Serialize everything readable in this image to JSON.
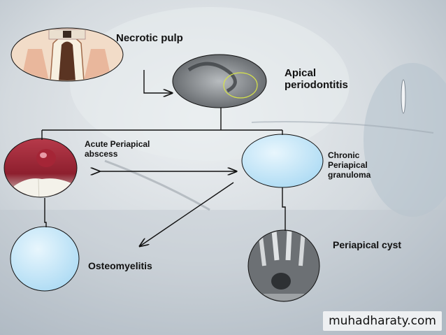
{
  "nodes": {
    "necrotic_pulp": "Necrotic pulp",
    "apical_periodontitis": "Apical\nperiodontitis",
    "acute_abscess": "Acute Periapical\nabscess",
    "chronic_granuloma": "Chronic\nPeriapical\ngranuloma",
    "osteomyelitis": "Osteomyelitis",
    "periapical_cyst": "Periapical cyst"
  },
  "watermark": "muhadharaty.com",
  "colors": {
    "circle_fill": "#bfe3f7",
    "line": "#111111",
    "background": "#c9d1d8"
  }
}
